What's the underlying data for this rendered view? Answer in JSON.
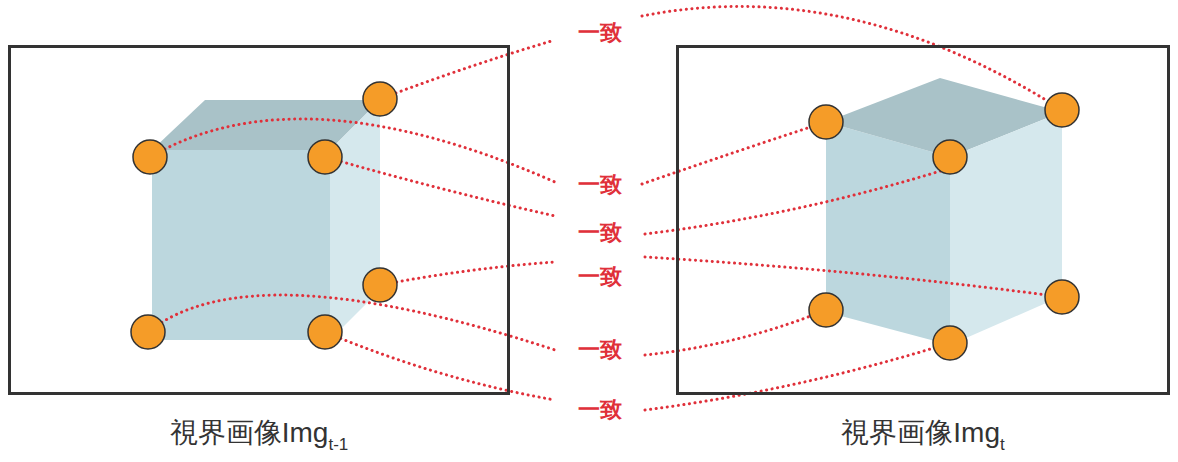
{
  "diagram": {
    "nodes": [
      {
        "text": [
          "視界画像Img",
          "t-1"
        ]
      },
      {
        "text": [
          "視界画像Img",
          "t"
        ]
      }
    ],
    "labels": [
      "一致",
      "一致",
      "一致",
      "一致",
      "一致",
      "一致"
    ]
  }
}
